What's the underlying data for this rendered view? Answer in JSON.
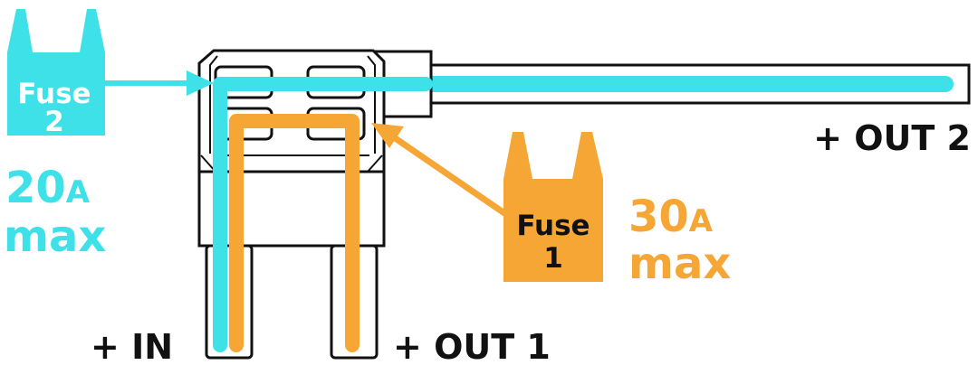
{
  "fuse2": {
    "name_line1": "Fuse",
    "name_line2": "2",
    "rating_value": "20",
    "rating_unit": "A",
    "rating_max": "max"
  },
  "fuse1": {
    "name_line1": "Fuse",
    "name_line2": "1",
    "rating_value": "30",
    "rating_unit": "A",
    "rating_max": "max"
  },
  "terminals": {
    "in": "+ IN",
    "out1": "+ OUT 1",
    "out2": "+ OUT 2"
  },
  "colors": {
    "fuse2": "#3fe1e8",
    "fuse1": "#f6a635",
    "outline": "#111111",
    "background": "#ffffff"
  }
}
